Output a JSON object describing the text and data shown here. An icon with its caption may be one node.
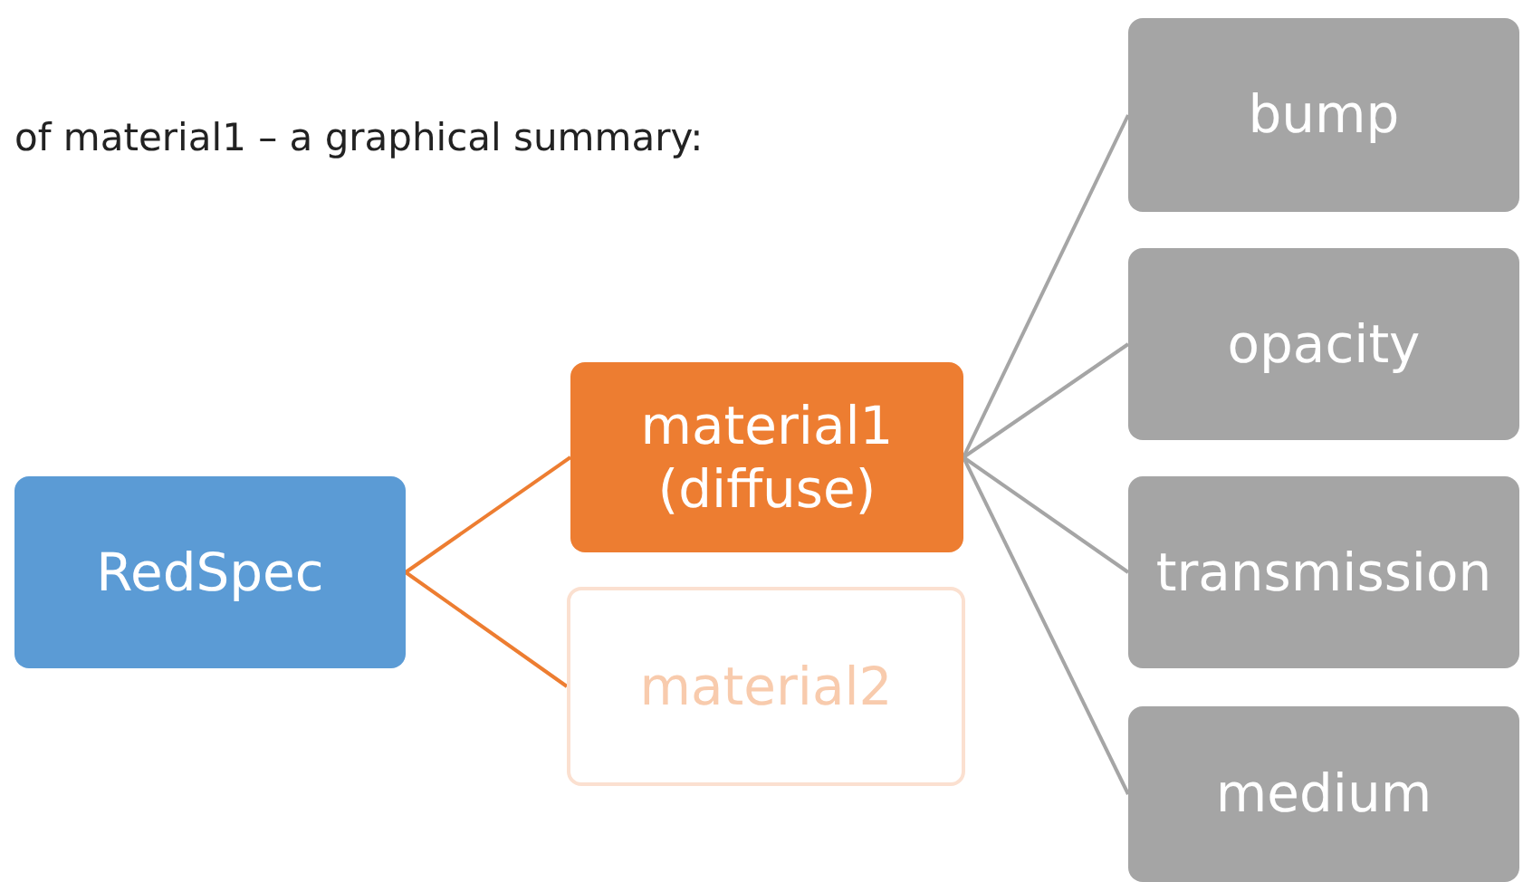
{
  "diagram": {
    "title": "of material1 – a graphical summary:",
    "nodes": [
      {
        "text": [
          "RedSpec"
        ]
      },
      {
        "text": [
          "material1 (diffuse)"
        ]
      },
      {
        "text": [
          "material2"
        ]
      },
      {
        "text": [
          "bump"
        ]
      },
      {
        "text": [
          "opacity"
        ]
      },
      {
        "text": [
          "transmission"
        ]
      },
      {
        "text": [
          "medium"
        ]
      }
    ],
    "edges": [
      {
        "from": 0,
        "to": 1,
        "arrow": "none",
        "color": "#ed7d31"
      },
      {
        "from": 0,
        "to": 2,
        "arrow": "none",
        "color": "#ed7d31"
      },
      {
        "from": 1,
        "to": 3,
        "arrow": "none"
      },
      {
        "from": 1,
        "to": 4,
        "arrow": "none"
      },
      {
        "from": 1,
        "to": 5,
        "arrow": "none"
      },
      {
        "from": 1,
        "to": 6,
        "arrow": "none"
      }
    ]
  }
}
